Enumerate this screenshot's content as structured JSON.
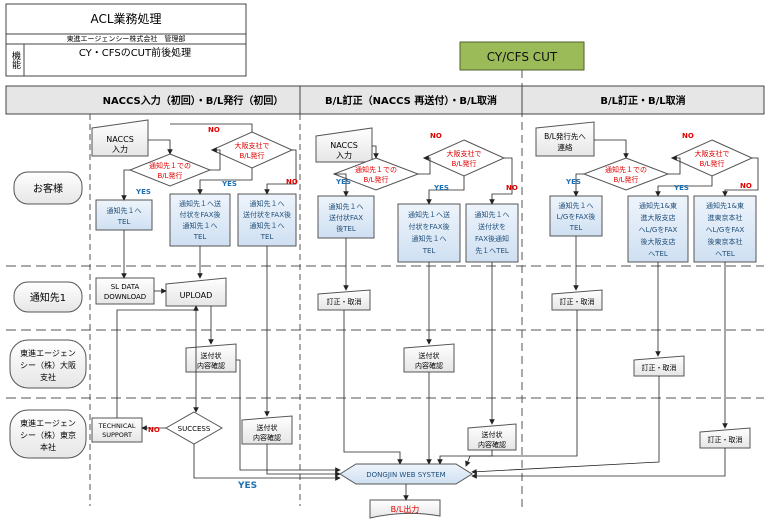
{
  "header": {
    "title": "ACL業務処理",
    "company": "東進エージェンシー株式会社　管理部",
    "function_label": "機能",
    "subject": "CY・CFSのCUT前後処理"
  },
  "cut_label": "CY/CFS CUT",
  "columns": {
    "c1": "NACCS入力（初回）・B/L発行（初回）",
    "c2": "B/L訂正（NACCS 再送付）・B/L取消",
    "c3": "B/L訂正・B/L取消"
  },
  "lanes": {
    "customer": "お客様",
    "notify": "通知先1",
    "osaka": [
      "東進エージェン",
      "シー（株）大阪",
      "支社"
    ],
    "tokyo": [
      "東進エージェン",
      "シー（株）東京",
      "本社"
    ]
  },
  "labels": {
    "yes": "YES",
    "no": "NO"
  },
  "nodes": {
    "naccs_input": [
      "NACCS",
      "入力"
    ],
    "naccs_input2": [
      "NACCS",
      "入力"
    ],
    "bl_request": [
      "B/L発行先へ",
      "連絡"
    ],
    "d_notify_bl": [
      "通知先１での",
      "B/L発行"
    ],
    "d_osaka_bl": [
      "大阪支社で",
      "B/L発行"
    ],
    "p1_tel": [
      "通知先１へ",
      "TEL"
    ],
    "p1_fax_osaka": [
      "通知先１へ送",
      "付状をFAX後",
      "通知先１へ",
      "TEL"
    ],
    "p1_fax_tokyo": [
      "送付状をFAX後",
      "通知先１へ",
      "TEL"
    ],
    "p1_fax_tokyo_pre": "通知先１へ",
    "p2_fax_tel": [
      "通知先１へ",
      "送付状FAX",
      "後TEL"
    ],
    "p2_fax_osaka": [
      "通知先１へ送",
      "付状をFAX後",
      "通知先１へ",
      "TEL"
    ],
    "p2_fax_tokyo": [
      "通知先１へ",
      "送付状を",
      "FAX後通知",
      "先１へTEL"
    ],
    "p3_lg_fax": [
      "通知先１へ",
      "L/GをFAX後",
      "TEL"
    ],
    "p3_osaka": [
      "通知先1&東",
      "進大阪支店",
      "へL/GをFAX",
      "後大阪支店",
      "へTEL"
    ],
    "p3_tokyo": [
      "通知先1&東",
      "進東京本社",
      "へL/GをFAX",
      "後東京本社",
      "へTEL"
    ],
    "sl_data": [
      "SL DATA",
      "DOWNLOAD"
    ],
    "upload": "UPLOAD",
    "correct_cancel": "訂正・取消",
    "cover_check": [
      "送付状",
      "内容確認"
    ],
    "technical_support": [
      "TECHNICAL",
      "SUPPORT"
    ],
    "success": "SUCCESS",
    "web_system": "DONGJIN WEB SYSTEM",
    "bl_output": "B/L出力"
  },
  "colors": {
    "border": "#333333",
    "header_band": "#e6e6e6",
    "cut_fill": "#9bbb59",
    "cut_border": "#4f6228",
    "accent_red": "#e00000",
    "accent_blue": "#1f6fb2",
    "arrow": "#222222"
  }
}
